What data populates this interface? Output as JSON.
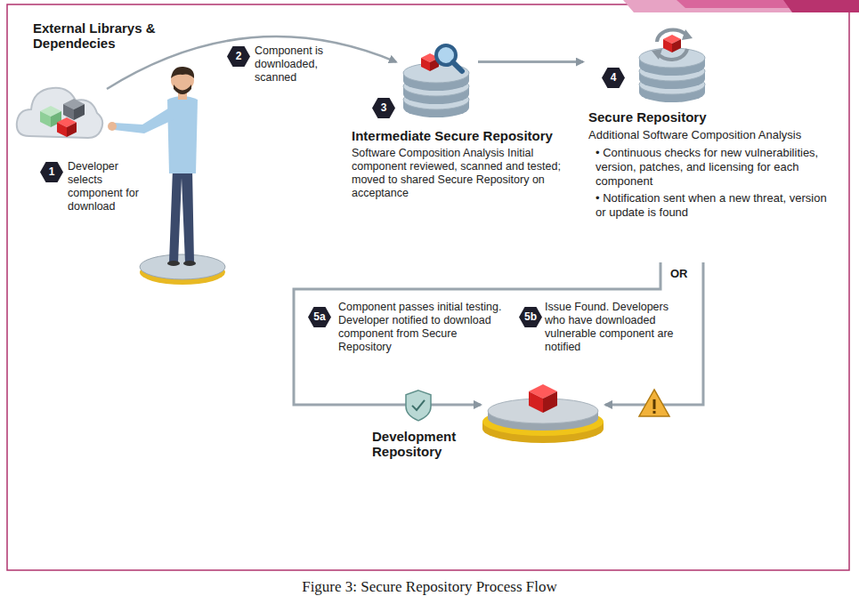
{
  "diagram": {
    "caption": "Figure 3: Secure Repository Process Flow",
    "nodes": [
      {
        "text": [
          "External Librarys & Dependecies"
        ]
      },
      {
        "text": [
          "Intermediate Secure Repository",
          "Software Composition Analysis Initial component reviewed, scanned and tested; moved to shared Secure Repository on acceptance"
        ]
      },
      {
        "text": [
          "Secure Repository",
          "Additional Software Composition Analysis",
          "• Continuous checks for new vulnerabilities, version, patches, and licensing for each component",
          "• Notification sent when a new threat, version or update is found"
        ]
      },
      {
        "text": [
          "Development Repository"
        ]
      }
    ],
    "edges": [
      {
        "from": 0,
        "to": 1,
        "arrow": "to",
        "label": "Component is downloaded, scanned"
      },
      {
        "from": 1,
        "to": 2,
        "arrow": "to"
      },
      {
        "from": 2,
        "to": 3,
        "arrow": "to",
        "label": "Component passes initial testing. Developer notified to download component from Secure Repository"
      },
      {
        "from": 2,
        "to": 3,
        "arrow": "to",
        "label": "Issue Found. Developers who have downloaded vulnerable component are notified"
      }
    ],
    "labels": [
      "1",
      "Developer selects component for download",
      "2",
      "3",
      "4",
      "OR",
      "5a",
      "5b"
    ]
  }
}
